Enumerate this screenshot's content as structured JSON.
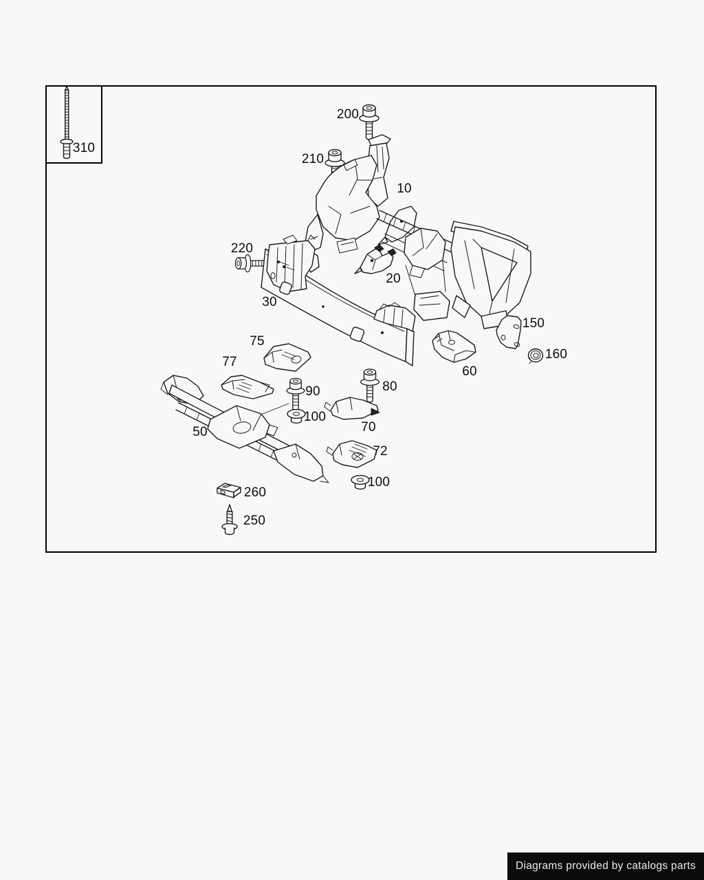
{
  "page": {
    "background": "#f8f8f8",
    "line_color": "#1b1b1b"
  },
  "diagram": {
    "description": "Exploded parts diagram - front radiator support / bumper reinforcement assembly",
    "part_numbers": [
      "10",
      "20",
      "30",
      "50",
      "60",
      "70",
      "72",
      "75",
      "77",
      "80",
      "90",
      "100",
      "150",
      "160",
      "200",
      "210",
      "220",
      "250",
      "260",
      "310"
    ],
    "labels": {
      "l310": {
        "text": "310"
      },
      "l200": {
        "text": "200"
      },
      "l210": {
        "text": "210"
      },
      "l10": {
        "text": "10"
      },
      "l220": {
        "text": "220"
      },
      "l30": {
        "text": "30"
      },
      "l20": {
        "text": "20"
      },
      "l150": {
        "text": "150"
      },
      "l160": {
        "text": "160"
      },
      "l60": {
        "text": "60"
      },
      "l75": {
        "text": "75"
      },
      "l77": {
        "text": "77"
      },
      "l90": {
        "text": "90"
      },
      "l100a": {
        "text": "100"
      },
      "l80": {
        "text": "80"
      },
      "l70": {
        "text": "70"
      },
      "l72": {
        "text": "72"
      },
      "l100b": {
        "text": "100"
      },
      "l50": {
        "text": "50"
      },
      "l260": {
        "text": "260"
      },
      "l250": {
        "text": "250"
      }
    }
  },
  "badge": {
    "text": "Diagrams provided by catalogs parts",
    "bg": "#0b0b0b",
    "fg": "#ededed"
  }
}
